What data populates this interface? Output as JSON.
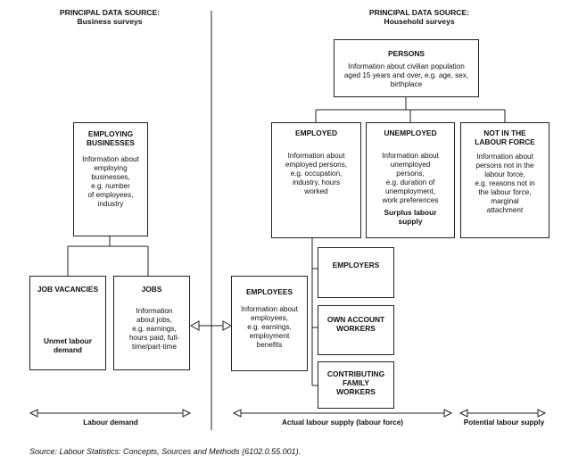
{
  "headers": {
    "left": {
      "title": "PRINCIPAL DATA SOURCE:",
      "subtitle": "Business surveys"
    },
    "right": {
      "title": "PRINCIPAL DATA SOURCE:",
      "subtitle": "Household surveys"
    }
  },
  "persons": {
    "title": "PERSONS",
    "body": "Information about civilian population\naged 15 years and over, e.g. age, sex,\nbirthplace"
  },
  "employing_businesses": {
    "title": "EMPLOYING\nBUSINESSES",
    "body": "Information about\nemploying\nbusinesses,\ne.g. number\nof employees,\nindustry"
  },
  "job_vacancies": {
    "title": "JOB VACANCIES",
    "note": "Unmet labour\ndemand"
  },
  "jobs": {
    "title": "JOBS",
    "body": "Information\nabout jobs,\ne.g. earnings,\nhours paid, full-\ntime/part-time"
  },
  "employed": {
    "title": "EMPLOYED",
    "body": "Information about\nemployed persons,\ne.g. occupation,\nindustry, hours\nworked"
  },
  "unemployed": {
    "title": "UNEMPLOYED",
    "body": "Information about\nunemployed\npersons,\ne.g. duration of\nunemployment,\nwork preferences",
    "note": "Surplus labour\nsupply"
  },
  "not_in_labour_force": {
    "title": "NOT IN THE\nLABOUR FORCE",
    "body": "Information about\npersons not in the\nlabour force,\ne.g. reasons not in\nthe labour force,\nmarginal\nattachment"
  },
  "employees": {
    "title": "EMPLOYEES",
    "body": "Information about\nemployees,\ne.g. earnings,\nemployment\nbenefits"
  },
  "employers": {
    "title": "EMPLOYERS"
  },
  "own_account_workers": {
    "title": "OWN ACCOUNT\nWORKERS"
  },
  "contributing_family_workers": {
    "title": "CONTRIBUTING\nFAMILY\nWORKERS"
  },
  "axis": {
    "labour_demand": "Labour demand",
    "actual_supply": "Actual labour supply (labour force)",
    "potential_supply": "Potential labour supply"
  },
  "source": "Source: Labour Statistics: Concepts, Sources and Methods (6102.0.55.001)."
}
